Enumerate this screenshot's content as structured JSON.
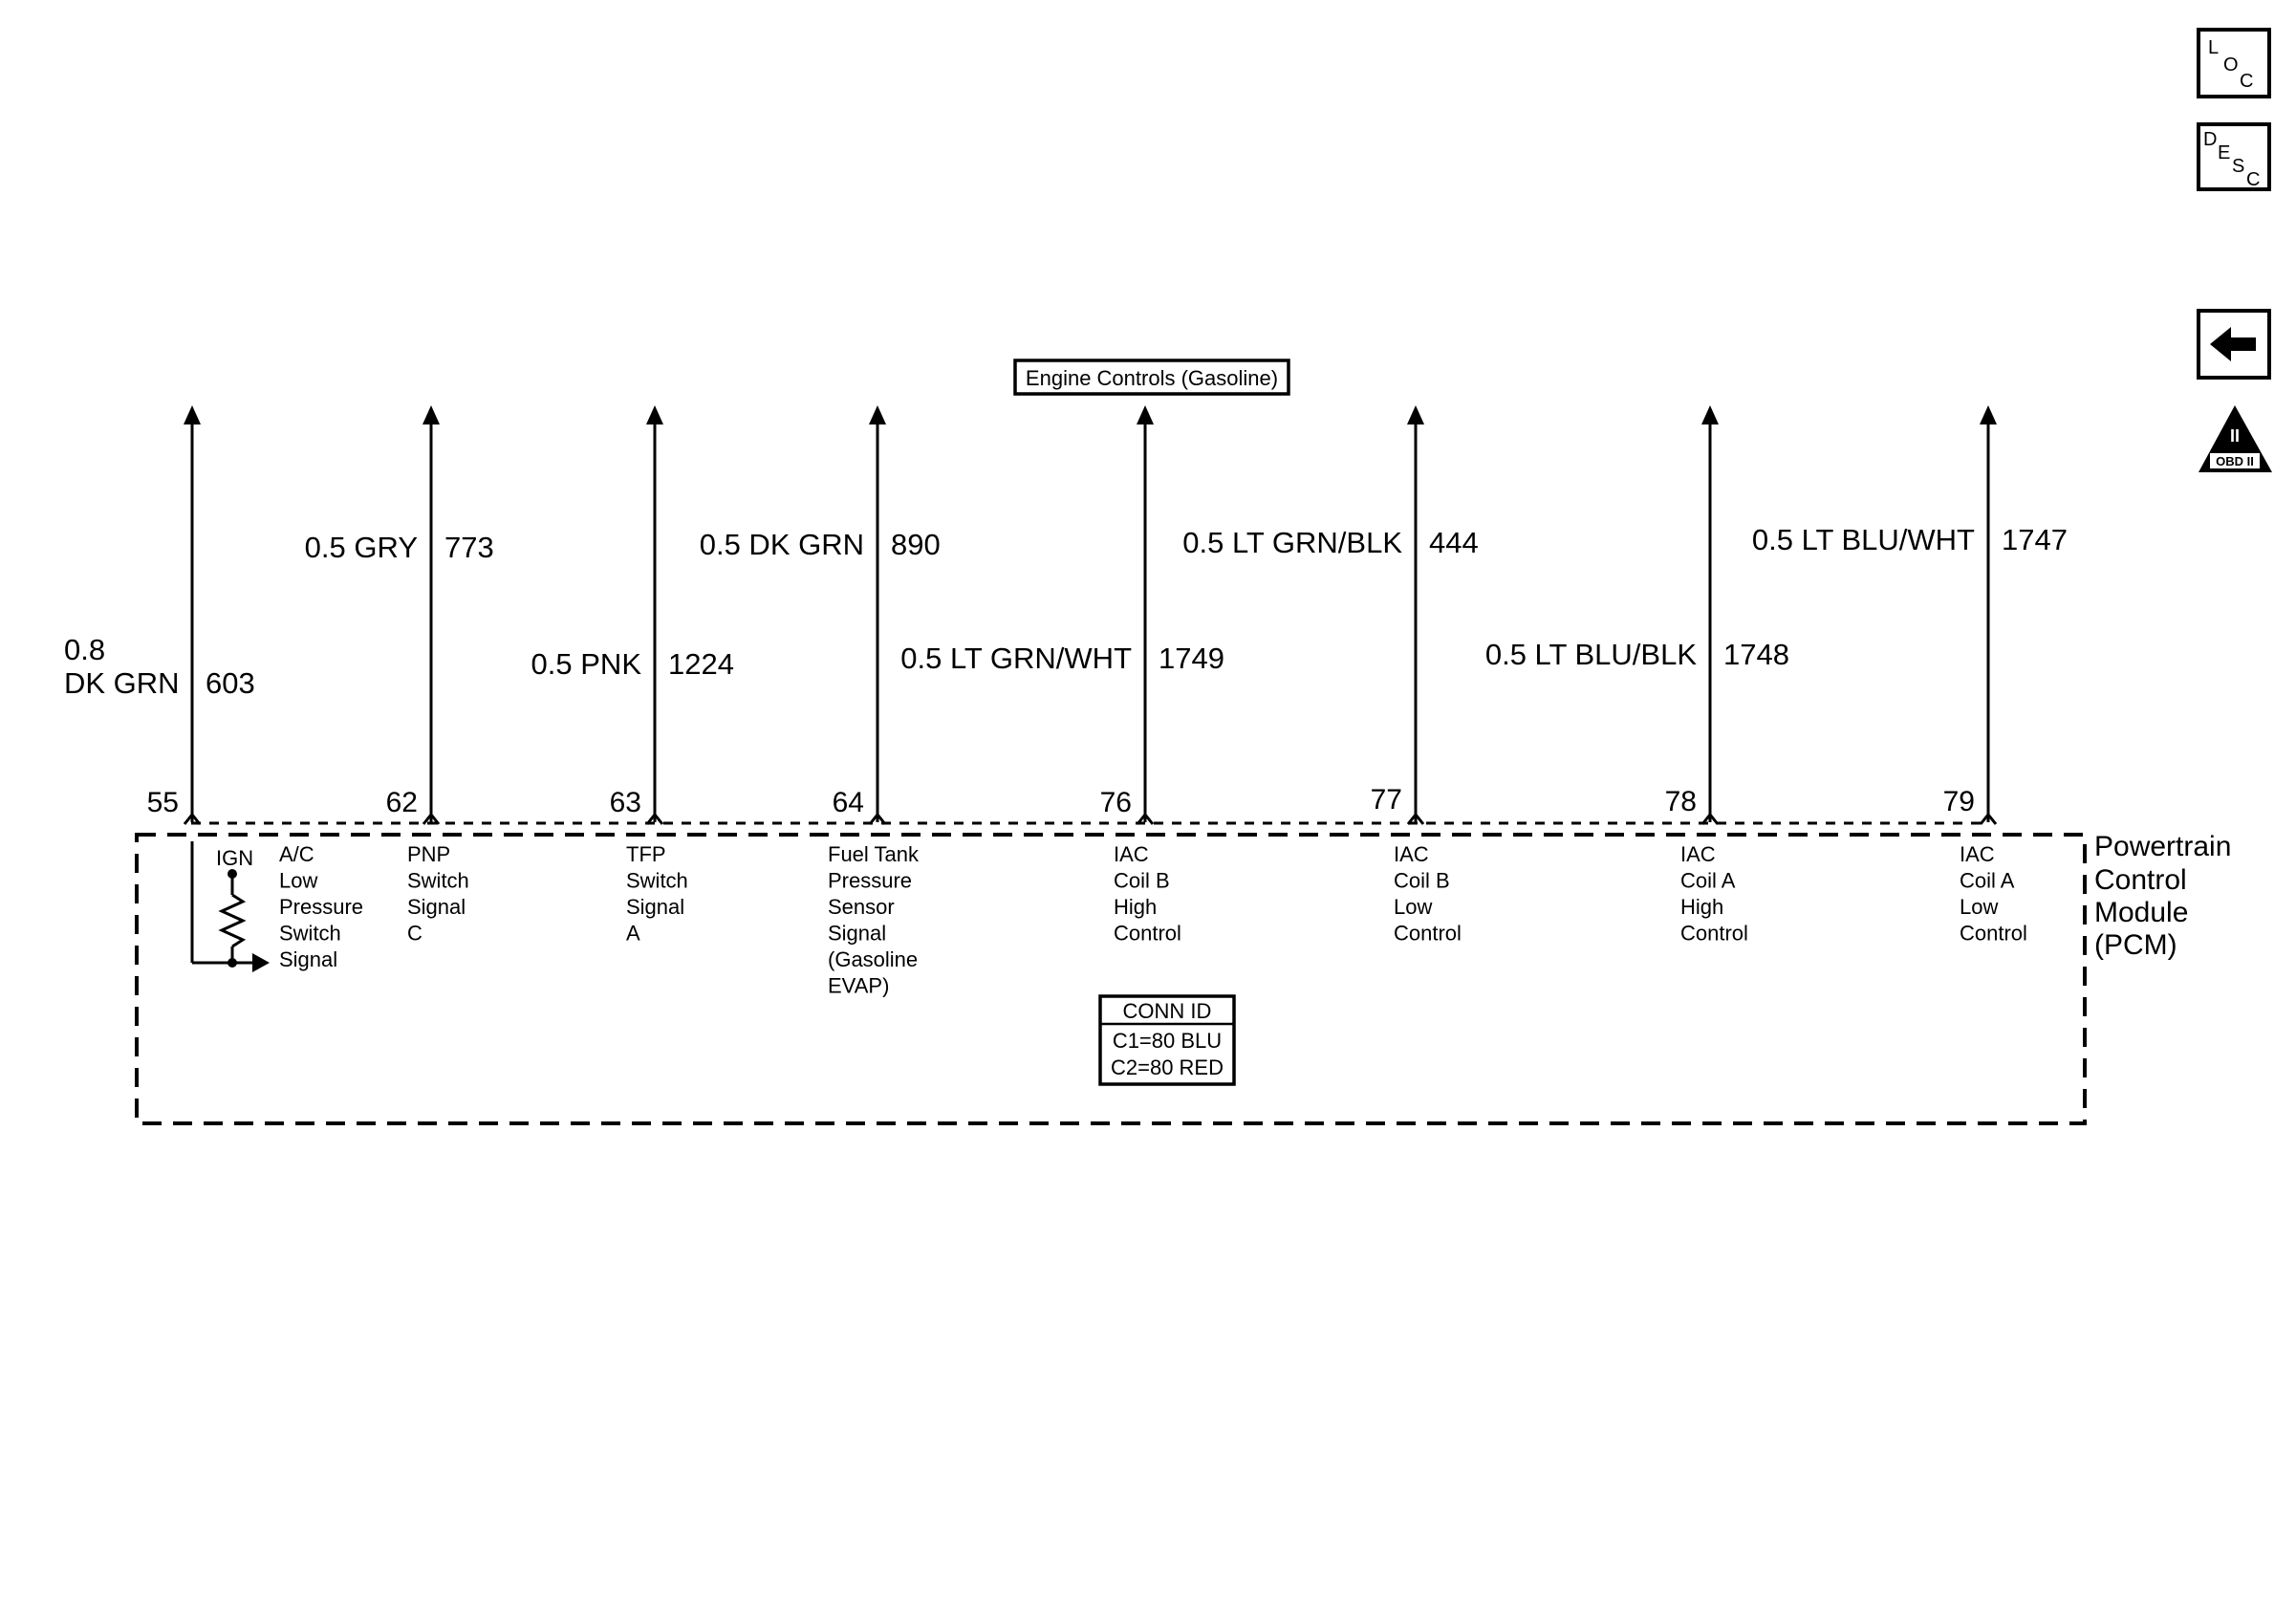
{
  "destination": {
    "label": "Engine Controls (Gasoline)"
  },
  "nav": {
    "loc": {
      "l1": "L",
      "l2": "O",
      "l3": "C"
    },
    "desc": {
      "l1": "D",
      "l2": "E",
      "l3": "S",
      "l4": "C"
    },
    "back": {
      "icon": "back-arrow-icon"
    },
    "obd": {
      "roman": "II",
      "label": "OBD II"
    }
  },
  "module": {
    "line1": "Powertrain",
    "line2": "Control",
    "line3": "Module",
    "line4": "(PCM)"
  },
  "conn_id": {
    "title": "CONN ID",
    "c1": "C1=80 BLU",
    "c2": "C2=80 RED"
  },
  "ign": {
    "label": "IGN"
  },
  "circuits": [
    {
      "pin": "55",
      "size": "0.8",
      "color": "DK GRN",
      "circuit": "603",
      "func": [
        "A/C",
        "Low",
        "Pressure",
        "Switch",
        "Signal"
      ]
    },
    {
      "pin": "62",
      "size": "",
      "color": "0.5 GRY",
      "circuit": "773",
      "func": [
        "PNP",
        "Switch",
        "Signal",
        "C"
      ]
    },
    {
      "pin": "63",
      "size": "",
      "color": "0.5 PNK",
      "circuit": "1224",
      "func": [
        "TFP",
        "Switch",
        "Signal",
        "A"
      ]
    },
    {
      "pin": "64",
      "size": "",
      "color": "0.5 DK GRN",
      "circuit": "890",
      "func": [
        "Fuel Tank",
        "Pressure",
        "Sensor",
        "Signal",
        "(Gasoline",
        "EVAP)"
      ]
    },
    {
      "pin": "76",
      "size": "",
      "color": "0.5 LT GRN/WHT",
      "circuit": "1749",
      "func": [
        "IAC",
        "Coil B",
        "High",
        "Control"
      ]
    },
    {
      "pin": "77",
      "size": "",
      "color": "0.5 LT GRN/BLK",
      "circuit": "444",
      "func": [
        "IAC",
        "Coil B",
        "Low",
        "Control"
      ]
    },
    {
      "pin": "78",
      "size": "",
      "color": "0.5 LT BLU/BLK",
      "circuit": "1748",
      "func": [
        "IAC",
        "Coil A",
        "High",
        "Control"
      ]
    },
    {
      "pin": "79",
      "size": "",
      "color": "0.5 LT BLU/WHT",
      "circuit": "1747",
      "func": [
        "IAC",
        "Coil A",
        "Low",
        "Control"
      ]
    }
  ]
}
